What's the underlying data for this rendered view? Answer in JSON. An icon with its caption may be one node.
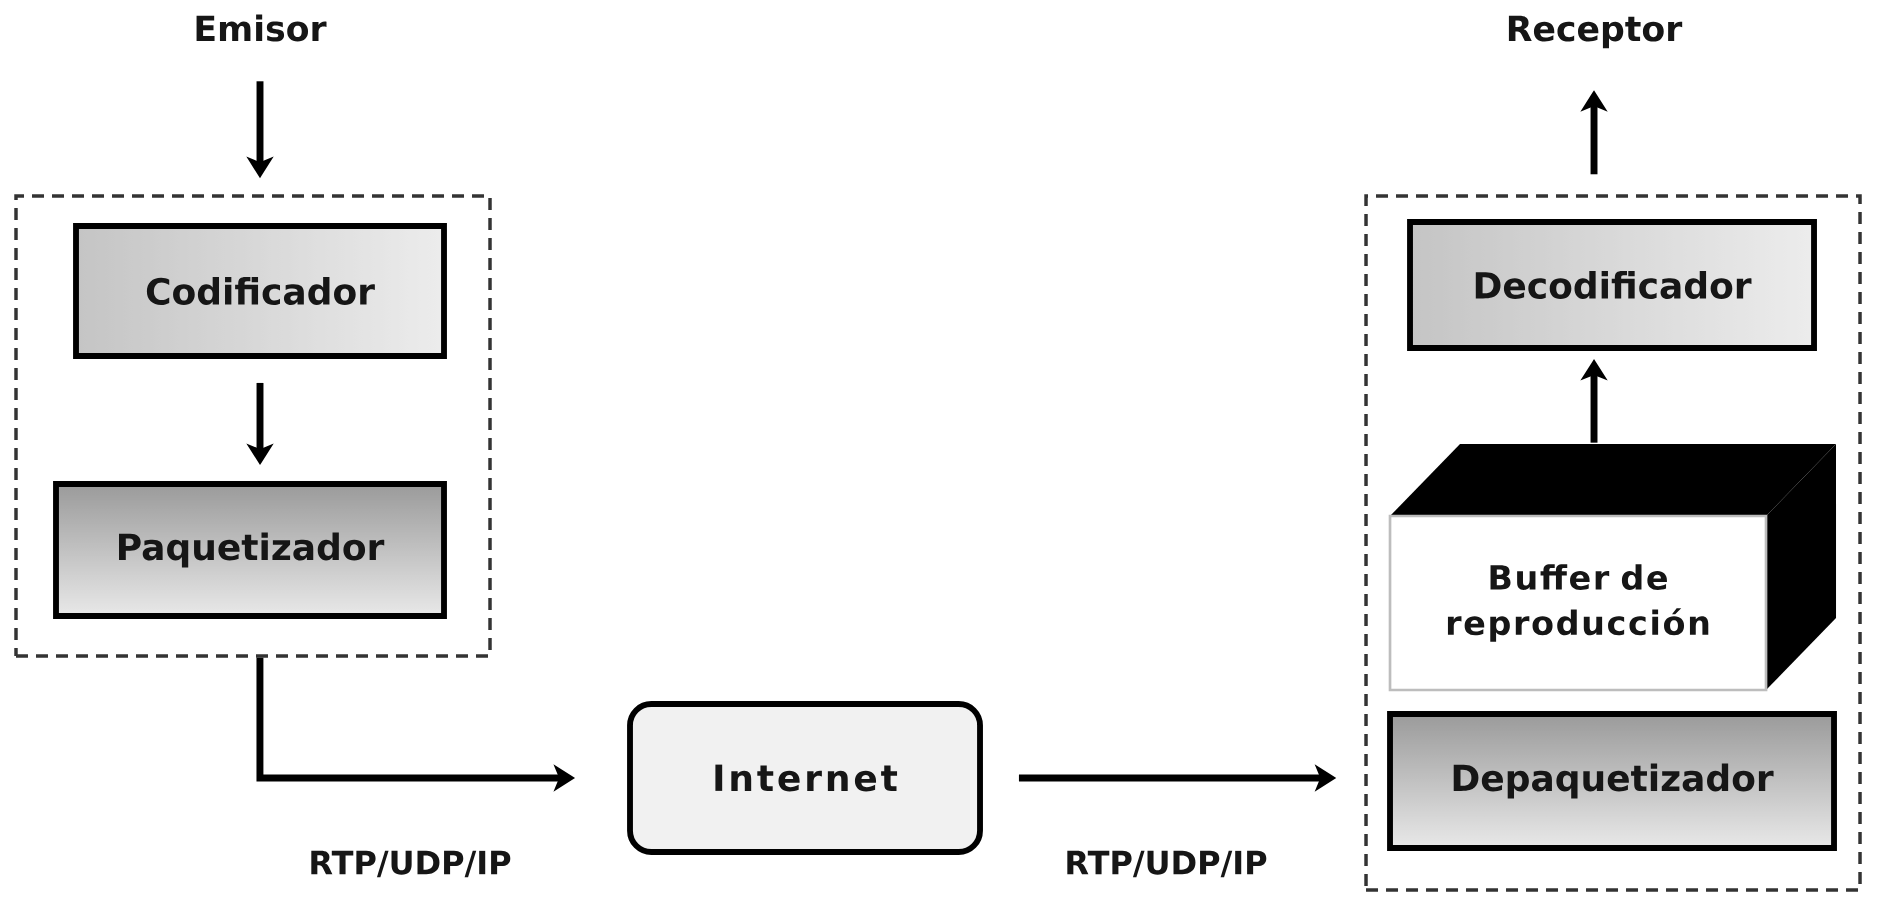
{
  "diagram": {
    "nodes": [
      {
        "text": [
          "Emisor"
        ]
      },
      {
        "text": [],
        "shape": "box"
      },
      {
        "text": [
          "Codificador"
        ],
        "in": 1
      },
      {
        "text": [
          "Paquetizador"
        ],
        "in": 1
      },
      {
        "text": [
          "Internet"
        ]
      },
      {
        "text": [],
        "shape": "box"
      },
      {
        "text": [
          "Receptor"
        ]
      },
      {
        "text": [
          "Decodificador"
        ],
        "in": 5
      },
      {
        "text": [
          "Buffer de reproducción"
        ],
        "in": 5
      },
      {
        "text": [
          "Depaquetizador"
        ],
        "in": 5
      }
    ],
    "edges": [
      {
        "from": 0,
        "to": 1,
        "arrow": "to"
      },
      {
        "from": 2,
        "to": 3,
        "arrow": "to"
      },
      {
        "from": 1,
        "to": 4,
        "arrow": "to",
        "label": "RTP/UDP/IP"
      },
      {
        "from": 4,
        "to": 5,
        "arrow": "to",
        "label": "RTP/UDP/IP"
      },
      {
        "from": 8,
        "to": 7,
        "arrow": "to"
      },
      {
        "from": 5,
        "to": 6,
        "arrow": "to"
      }
    ]
  }
}
